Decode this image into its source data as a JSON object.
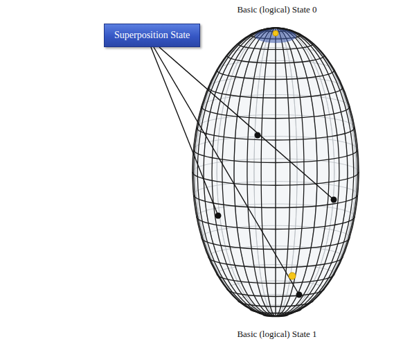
{
  "diagram": {
    "nodes": [
      {
        "text": [
          "Superposition State"
        ]
      }
    ],
    "labels": [
      "Basic (logical) State 0",
      "Basic (logical) State 1"
    ]
  }
}
